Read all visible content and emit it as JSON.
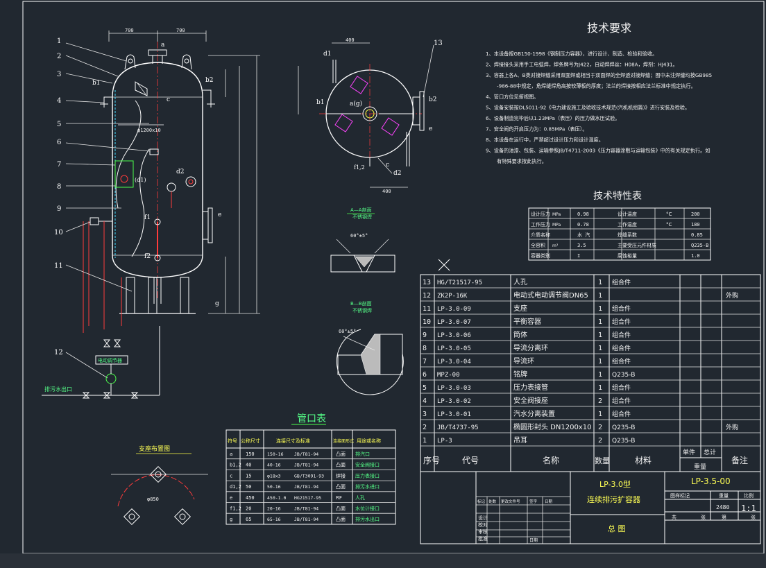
{
  "tech_requirements": {
    "title": "技术要求",
    "items": [
      "1、本设备按GB150-1998《钢制压力容器》，进行设计、制造、检验和验收。",
      "2、焊接接头采用手工电弧焊，焊条牌号为J422，自动焊焊丝：H08A，焊剂：HJ431。",
      "3、容器上各A、B类对接焊缝采用双面焊或相当于双面焊的全焊透对接焊缝；图中未注焊缝均按GB985",
      "-986-88中规定，角焊缝焊角高按较薄板的厚度；法兰的焊接按相应法兰标准中规定执行。",
      "4、管口方位见俯视图。",
      "5、设备安装按DL5011-92《电力建设施工及验收技术规范(汽机机组篇)》进行安装及检验。",
      "6、设备制造完毕后以1.23MPa（表压）的压力做水压试验。",
      "7、安全阀的开启压力为：0.85MPa（表压）。",
      "8、本设备在运行中，严禁超过设计压力和设计温度。",
      "9、设备的油漆、包装、运输参照JB/T4711-2003《压力容器涂敷与运输包装》中的有关规定执行。如",
      "有特殊要求按此执行。"
    ]
  },
  "spec_table": {
    "title": "技术特性表",
    "rows": [
      [
        "设计压力",
        "MPa",
        "0.98",
        "设计温度",
        "°C",
        "200"
      ],
      [
        "工作压力",
        "MPa",
        "0.78",
        "工作温度",
        "°C",
        "180"
      ],
      [
        "介质名称",
        "",
        "水 汽",
        "焊缝系数",
        "",
        "0.85"
      ],
      [
        "全容积",
        "m³",
        "3.5",
        "主要受压元件材质",
        "",
        "Q235-B"
      ],
      [
        "容器类别",
        "",
        "I",
        "腐蚀裕量",
        "",
        "1.0"
      ]
    ]
  },
  "parts_list": {
    "rows": [
      [
        "13",
        "HG/T21517-95",
        "人孔",
        "1",
        "组合件",
        "",
        ""
      ],
      [
        "12",
        "ZK2P-16K",
        "电动式电动调节阀DN65",
        "1",
        "",
        "",
        "外购"
      ],
      [
        "11",
        "LP-3.0-09",
        "支座",
        "1",
        "组合件",
        "",
        ""
      ],
      [
        "10",
        "LP-3.0-07",
        "平衡容器",
        "1",
        "组合件",
        "",
        ""
      ],
      [
        "9",
        "LP-3.0-06",
        "筒体",
        "1",
        "组合件",
        "",
        ""
      ],
      [
        "8",
        "LP-3.0-05",
        "导流分离环",
        "1",
        "组合件",
        "",
        ""
      ],
      [
        "7",
        "LP-3.0-04",
        "导流环",
        "1",
        "组合件",
        "",
        ""
      ],
      [
        "6",
        "MPZ-00",
        "铭牌",
        "1",
        "Q235-B",
        "",
        ""
      ],
      [
        "5",
        "LP-3.0-03",
        "压力表接管",
        "1",
        "组合件",
        "",
        ""
      ],
      [
        "4",
        "LP-3.0-02",
        "安全阀接座",
        "2",
        "组合件",
        "",
        ""
      ],
      [
        "3",
        "LP-3.0-01",
        "汽水分离装置",
        "1",
        "组合件",
        "",
        ""
      ],
      [
        "2",
        "JB/T4737-95",
        "椭圆形封头 DN1200x10",
        "2",
        "Q235-B",
        "",
        "外购"
      ],
      [
        "1",
        "LP-3",
        "吊耳",
        "2",
        "Q235-B",
        "",
        ""
      ]
    ],
    "headers": [
      "序号",
      "代号",
      "名称",
      "数量",
      "材料",
      "单件",
      "总计",
      "备注"
    ],
    "weight_label": "重量"
  },
  "nozzle_table": {
    "title": "管口表",
    "headers": [
      "符号",
      "公称尺寸",
      "连接尺寸及标准",
      "连接面形式",
      "用途或名称"
    ],
    "rows": [
      [
        "a",
        "150",
        "150-16",
        "JB/T81-94",
        "凸面",
        "排汽口"
      ],
      [
        "b1,2",
        "40",
        "40-16",
        "JB/T81-94",
        "凸面",
        "安全阀接口"
      ],
      [
        "c",
        "15",
        "φ18x3",
        "GB/T3091-93",
        "焊接",
        "压力表接口"
      ],
      [
        "d1,2",
        "50",
        "50-16",
        "JB/T81-94",
        "凸面",
        "排污水进口"
      ],
      [
        "e",
        "450",
        "450-1.0",
        "HG21517-95",
        "RF",
        "人孔"
      ],
      [
        "f1,2",
        "20",
        "20-16",
        "JB/T81-94",
        "凸面",
        "水位计接口"
      ],
      [
        "g",
        "65",
        "65-16",
        "JB/T81-94",
        "凸面",
        "排污水出口"
      ]
    ]
  },
  "title_block": {
    "product_name": "LP-3.0型",
    "product_desc": "连续排污扩容器",
    "drawing_no": "LP-3.5-00",
    "drawing_type": "总  图",
    "weight": "2480",
    "scale": "1:1",
    "labels": [
      "图样标记",
      "重量",
      "比例"
    ],
    "sheet_labels": [
      "共",
      "张",
      "第",
      "张"
    ],
    "sign_rows": [
      "设计",
      "校对",
      "审核",
      "批准"
    ],
    "rev_headers": [
      "标记",
      "处数",
      "更改文件号",
      "签字",
      "日期"
    ],
    "date_label": "日期"
  },
  "drawing_labels": {
    "leaders": [
      "1",
      "2",
      "3",
      "4",
      "5",
      "6",
      "7",
      "8",
      "9",
      "10",
      "11",
      "12",
      "13"
    ],
    "top_view_nozzles": [
      "d1",
      "b1",
      "a(g)",
      "b2",
      "e",
      "f1,2",
      "c",
      "d2"
    ],
    "elev_nozzles": [
      "b1",
      "b2",
      "c",
      "a",
      "d2",
      "f1",
      "f2",
      "e",
      "g"
    ],
    "vessel_diameter": "φ1200x10",
    "instrument_box": "电动调节器",
    "outlet_label": "排污水出口",
    "support_view": "支座布置图",
    "detail_a": "A—A剖面",
    "detail_a_sub": "不锈钢焊",
    "detail_b": "B—B剖面",
    "detail_b_sub": "不锈钢焊",
    "dim_top": [
      "700",
      "700"
    ],
    "dim_plan": [
      "400",
      "400"
    ],
    "dim_support": "φ850",
    "angle_a": "60°±5°",
    "angle_b": "60°±5°",
    "d1_label": "(d1)"
  },
  "colors": {
    "background": "#212830",
    "line": "#ffffff",
    "accent_red": "#ff3b3b",
    "accent_green": "#4cff4c",
    "accent_yellow": "#ffff44",
    "accent_magenta": "#ff44ff"
  }
}
